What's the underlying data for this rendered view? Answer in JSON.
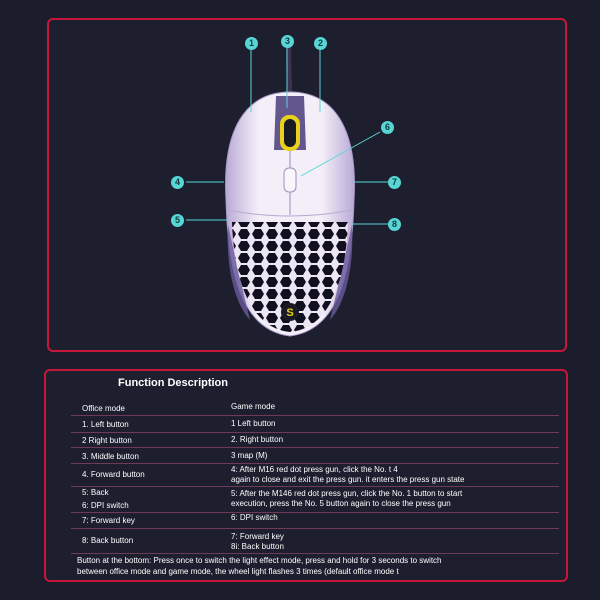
{
  "callouts": {
    "c1": "1",
    "c2": "2",
    "c3": "3",
    "c4": "4",
    "c5": "5",
    "c6": "6",
    "c7": "7",
    "c8": "8"
  },
  "function_description": {
    "title": "Function Description",
    "headers": {
      "office": "Office mode",
      "game": "Game mode"
    },
    "rows": [
      {
        "office": "1. Left button",
        "game": "1 Left button"
      },
      {
        "office": "2 Right button",
        "game": "2. Right button"
      },
      {
        "office": "3. Middle button",
        "game": "3 map (M)"
      },
      {
        "office": "4. Forward button",
        "game": "4: After M16 red dot press gun, click the No.  t 4",
        "game2": "again to close and exit the press gun. it enters the press gun state"
      },
      {
        "office": "5: Back",
        "office2": "6: DPI switch",
        "game": "5: After the M146 red dot press gun, click the No. 1 button to start",
        "game2": "execution, press the No. 5 button again to close the press gun"
      },
      {
        "office": "7: Forward key",
        "game": "6: DPI switch"
      },
      {
        "office": "8: Back button",
        "game": "7: Forward key",
        "game2": "8i: Back button"
      }
    ],
    "footer": [
      "Button at the bottom: Press once to switch the light effect mode, press and hold for 3 seconds to switch",
      "between office mode and game mode, the wheel light flashes 3 times (default office mode t"
    ]
  },
  "colors": {
    "background": "#1c1d2c",
    "border_red": "#c8163a",
    "callout_teal": "#58d6d6",
    "mouse_body": "#ece6f2",
    "mouse_shadow": "#6a5a9c",
    "wheel_accent": "#e8d21c"
  }
}
